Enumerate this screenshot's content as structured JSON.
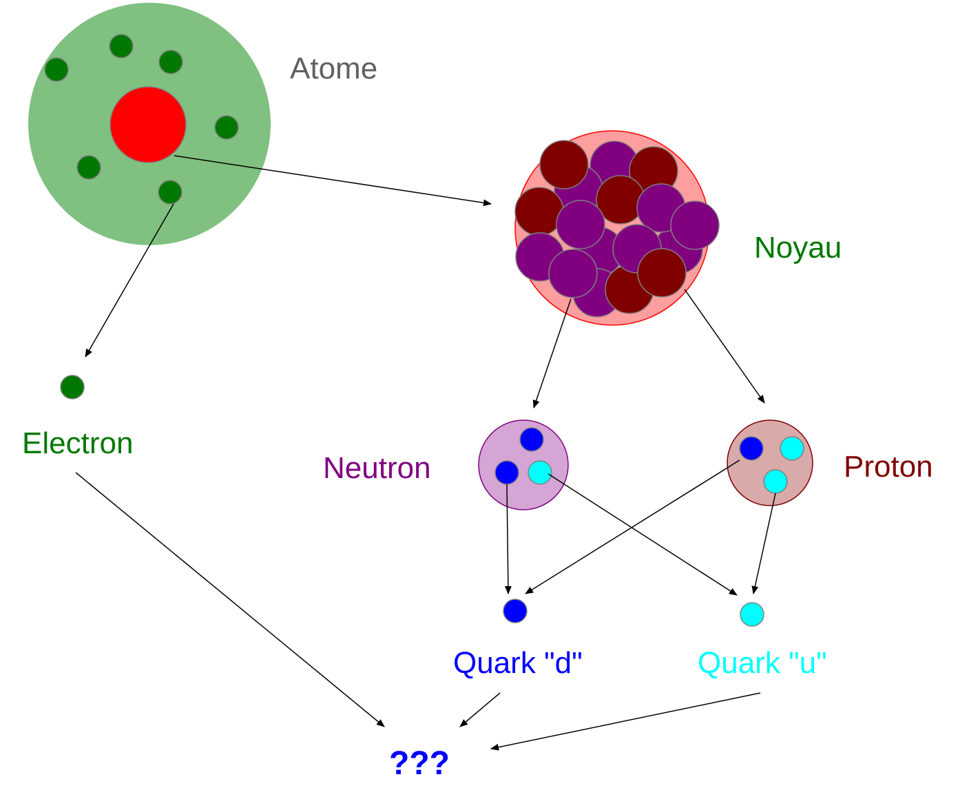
{
  "labels": {
    "atome": "Atome",
    "noyau": "Noyau",
    "electron": "Electron",
    "neutron": "Neutron",
    "proton": "Proton",
    "quark_d": "Quark \"d\"",
    "quark_u": "Quark \"u\"",
    "unknown": "???"
  },
  "colors": {
    "atom_cloud": "#80c080",
    "nucleus": "#ff0000",
    "electron": "#007800",
    "noyau_bg": "#ff9e9e",
    "proton": "#800000",
    "neutron": "#800080",
    "neutron_bg": "#d5a6d5",
    "proton_bg": "#d9aaaa",
    "quark_d": "#0000ff",
    "quark_u": "#00ffff",
    "label_atome": "#606060",
    "label_green": "#007800",
    "label_neutron": "#800080",
    "label_proton": "#800000",
    "label_quark_d": "#0000ff",
    "label_quark_u": "#00ffff",
    "label_unknown": "#0000ff"
  }
}
